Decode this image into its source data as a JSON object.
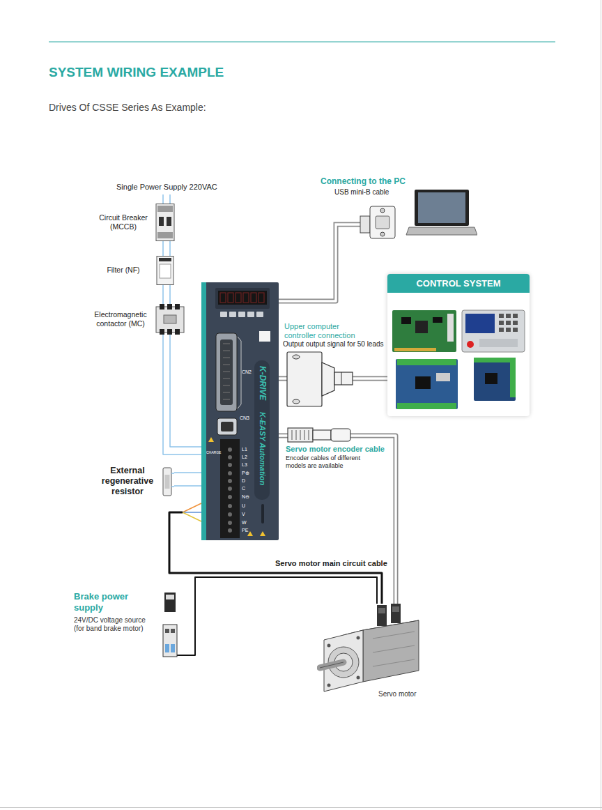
{
  "diagram": {
    "title": "SYSTEM WIRING EXAMPLE",
    "nodes": [
      {
        "text": [
          "Circuit Breaker (MCCB)"
        ]
      },
      {
        "text": [
          "Filter (NF)"
        ]
      },
      {
        "text": [
          "Electromagnetic contactor (MC)"
        ]
      },
      {
        "text": [
          "K-DRIVE",
          "K-EASY Automation"
        ]
      },
      {
        "text": [
          "Connecting to the PC",
          "USB mini-B cable"
        ]
      },
      {
        "text": [
          "CONTROL SYSTEM"
        ]
      },
      {
        "text": [
          "External regenerative resistor"
        ]
      },
      {
        "text": [
          "Brake power supply",
          "24V/DC voltage source (for band brake motor)"
        ]
      },
      {
        "text": [
          "Servo motor"
        ]
      }
    ],
    "edges": [
      {
        "from": 0,
        "to": 1,
        "arrow": "none"
      },
      {
        "from": 1,
        "to": 2,
        "arrow": "none"
      },
      {
        "from": 2,
        "to": 3,
        "arrow": "none"
      },
      {
        "from": 3,
        "to": 4,
        "arrow": "none"
      },
      {
        "from": 5,
        "to": 3,
        "label": "Upper computer controller connection",
        "arrow": "none"
      },
      {
        "from": 6,
        "to": 3,
        "arrow": "none"
      },
      {
        "from": 3,
        "to": 8,
        "label": "Servo motor main circuit cable",
        "arrow": "none"
      },
      {
        "from": 3,
        "to": 8,
        "label": "Servo motor encoder cable",
        "arrow": "none"
      },
      {
        "from": 7,
        "to": 8,
        "arrow": "none"
      }
    ],
    "labels": [
      "Drives Of CSSE Series As Example:",
      "Single Power Supply 220VAC",
      "Output output signal for 50 leads",
      "Encoder cables of different models are available",
      "CN2",
      "CN3",
      "CHARGE",
      "L1",
      "L2",
      "L3",
      "P⊕",
      "D",
      "C",
      "N⊖",
      "U",
      "V",
      "W",
      "PE"
    ]
  }
}
